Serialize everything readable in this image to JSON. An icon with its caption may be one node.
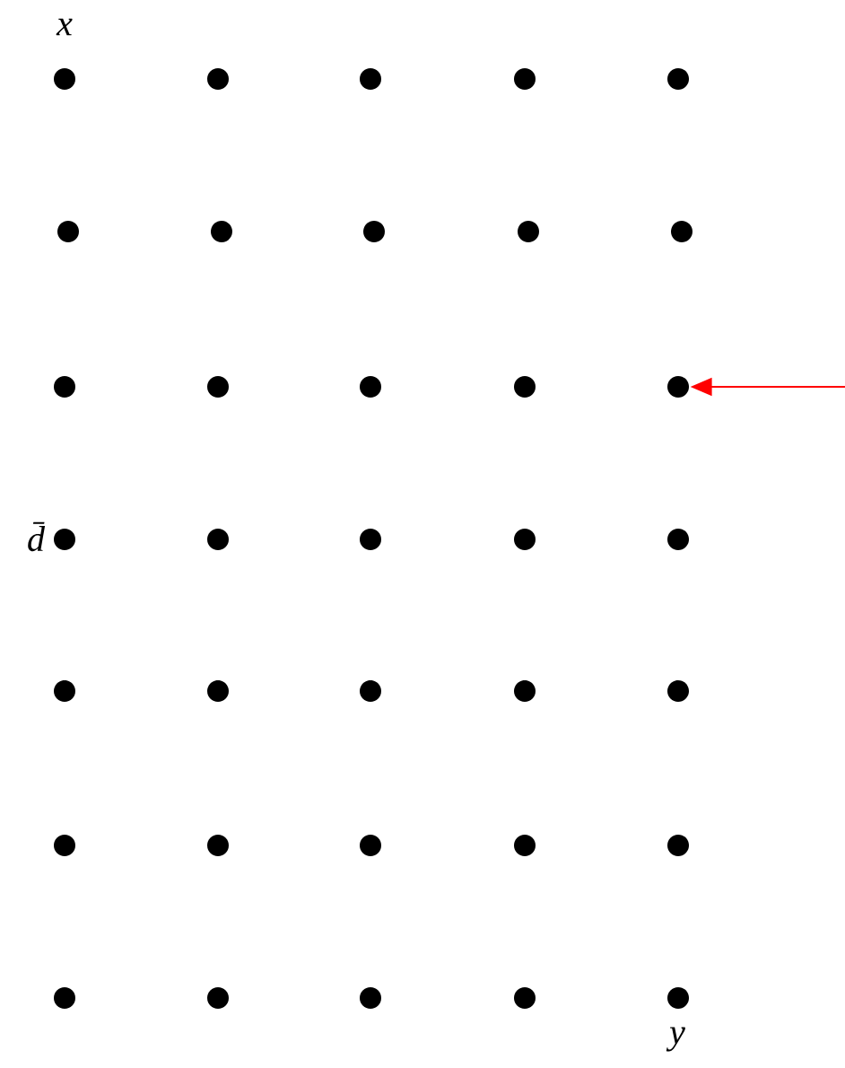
{
  "diagram": {
    "nodes": [
      {
        "text": [],
        "shape": "circle",
        "beside": [
          "x"
        ]
      },
      {
        "text": [],
        "shape": "circle"
      },
      {
        "text": [],
        "shape": "circle"
      },
      {
        "text": [],
        "shape": "circle"
      },
      {
        "text": [],
        "shape": "circle"
      },
      {
        "text": [],
        "shape": "circle"
      },
      {
        "text": [],
        "shape": "circle"
      },
      {
        "text": [],
        "shape": "circle"
      },
      {
        "text": [],
        "shape": "circle"
      },
      {
        "text": [],
        "shape": "circle"
      },
      {
        "text": [],
        "shape": "circle"
      },
      {
        "text": [],
        "shape": "circle"
      },
      {
        "text": [],
        "shape": "circle"
      },
      {
        "text": [],
        "shape": "circle"
      },
      {
        "text": [],
        "shape": "circle"
      },
      {
        "text": [],
        "shape": "circle",
        "beside": [
          "d̄"
        ]
      },
      {
        "text": [],
        "shape": "circle"
      },
      {
        "text": [],
        "shape": "circle"
      },
      {
        "text": [],
        "shape": "circle"
      },
      {
        "text": [],
        "shape": "circle"
      },
      {
        "text": [],
        "shape": "circle"
      },
      {
        "text": [],
        "shape": "circle"
      },
      {
        "text": [],
        "shape": "circle"
      },
      {
        "text": [],
        "shape": "circle"
      },
      {
        "text": [],
        "shape": "circle"
      },
      {
        "text": [],
        "shape": "circle"
      },
      {
        "text": [],
        "shape": "circle"
      },
      {
        "text": [],
        "shape": "circle"
      },
      {
        "text": [],
        "shape": "circle"
      },
      {
        "text": [],
        "shape": "circle"
      },
      {
        "text": [],
        "shape": "circle"
      },
      {
        "text": [],
        "shape": "circle"
      },
      {
        "text": [],
        "shape": "circle"
      },
      {
        "text": [],
        "shape": "circle"
      },
      {
        "text": [],
        "shape": "circle",
        "beside": [
          "y"
        ]
      }
    ],
    "edges": [
      {
        "from": null,
        "to": 14,
        "arrow": "to",
        "color": "#ff0000"
      }
    ]
  }
}
